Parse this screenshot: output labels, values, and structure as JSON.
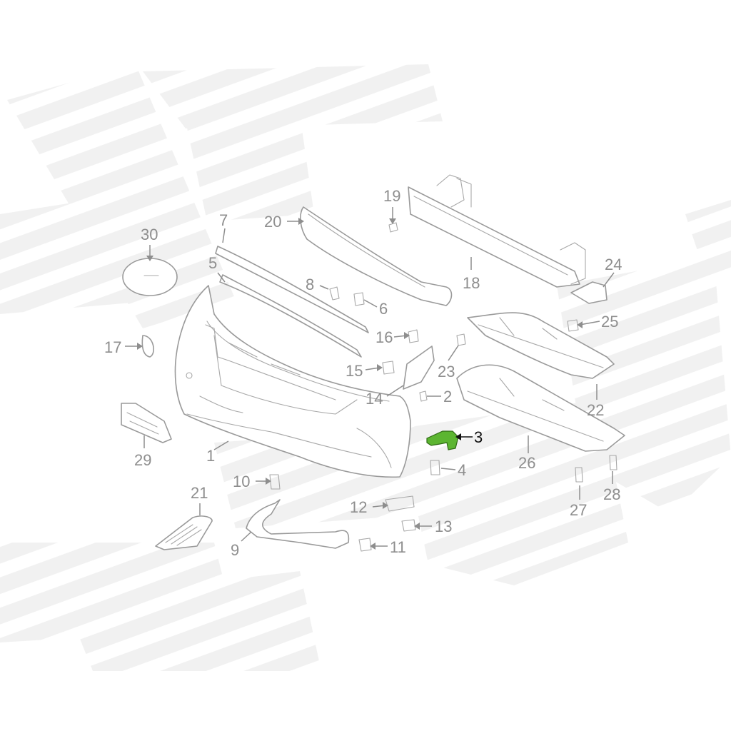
{
  "diagram": {
    "highlight_color": "#5cb531",
    "label_color": "#8e8e8e",
    "highlight_label_color": "#111111",
    "callouts": [
      {
        "id": "c1",
        "text": "1"
      },
      {
        "id": "c2",
        "text": "2"
      },
      {
        "id": "c3",
        "text": "3"
      },
      {
        "id": "c4",
        "text": "4"
      },
      {
        "id": "c5",
        "text": "5"
      },
      {
        "id": "c6",
        "text": "6"
      },
      {
        "id": "c7",
        "text": "7"
      },
      {
        "id": "c8",
        "text": "8"
      },
      {
        "id": "c9",
        "text": "9"
      },
      {
        "id": "c10",
        "text": "10"
      },
      {
        "id": "c11",
        "text": "11"
      },
      {
        "id": "c12",
        "text": "12"
      },
      {
        "id": "c13",
        "text": "13"
      },
      {
        "id": "c14",
        "text": "14"
      },
      {
        "id": "c15",
        "text": "15"
      },
      {
        "id": "c16",
        "text": "16"
      },
      {
        "id": "c17",
        "text": "17"
      },
      {
        "id": "c18",
        "text": "18"
      },
      {
        "id": "c19",
        "text": "19"
      },
      {
        "id": "c20",
        "text": "20"
      },
      {
        "id": "c21",
        "text": "21"
      },
      {
        "id": "c22",
        "text": "22"
      },
      {
        "id": "c23",
        "text": "23"
      },
      {
        "id": "c24",
        "text": "24"
      },
      {
        "id": "c25",
        "text": "25"
      },
      {
        "id": "c26",
        "text": "26"
      },
      {
        "id": "c27",
        "text": "27"
      },
      {
        "id": "c28",
        "text": "28"
      },
      {
        "id": "c29",
        "text": "29"
      },
      {
        "id": "c30",
        "text": "30"
      }
    ]
  }
}
